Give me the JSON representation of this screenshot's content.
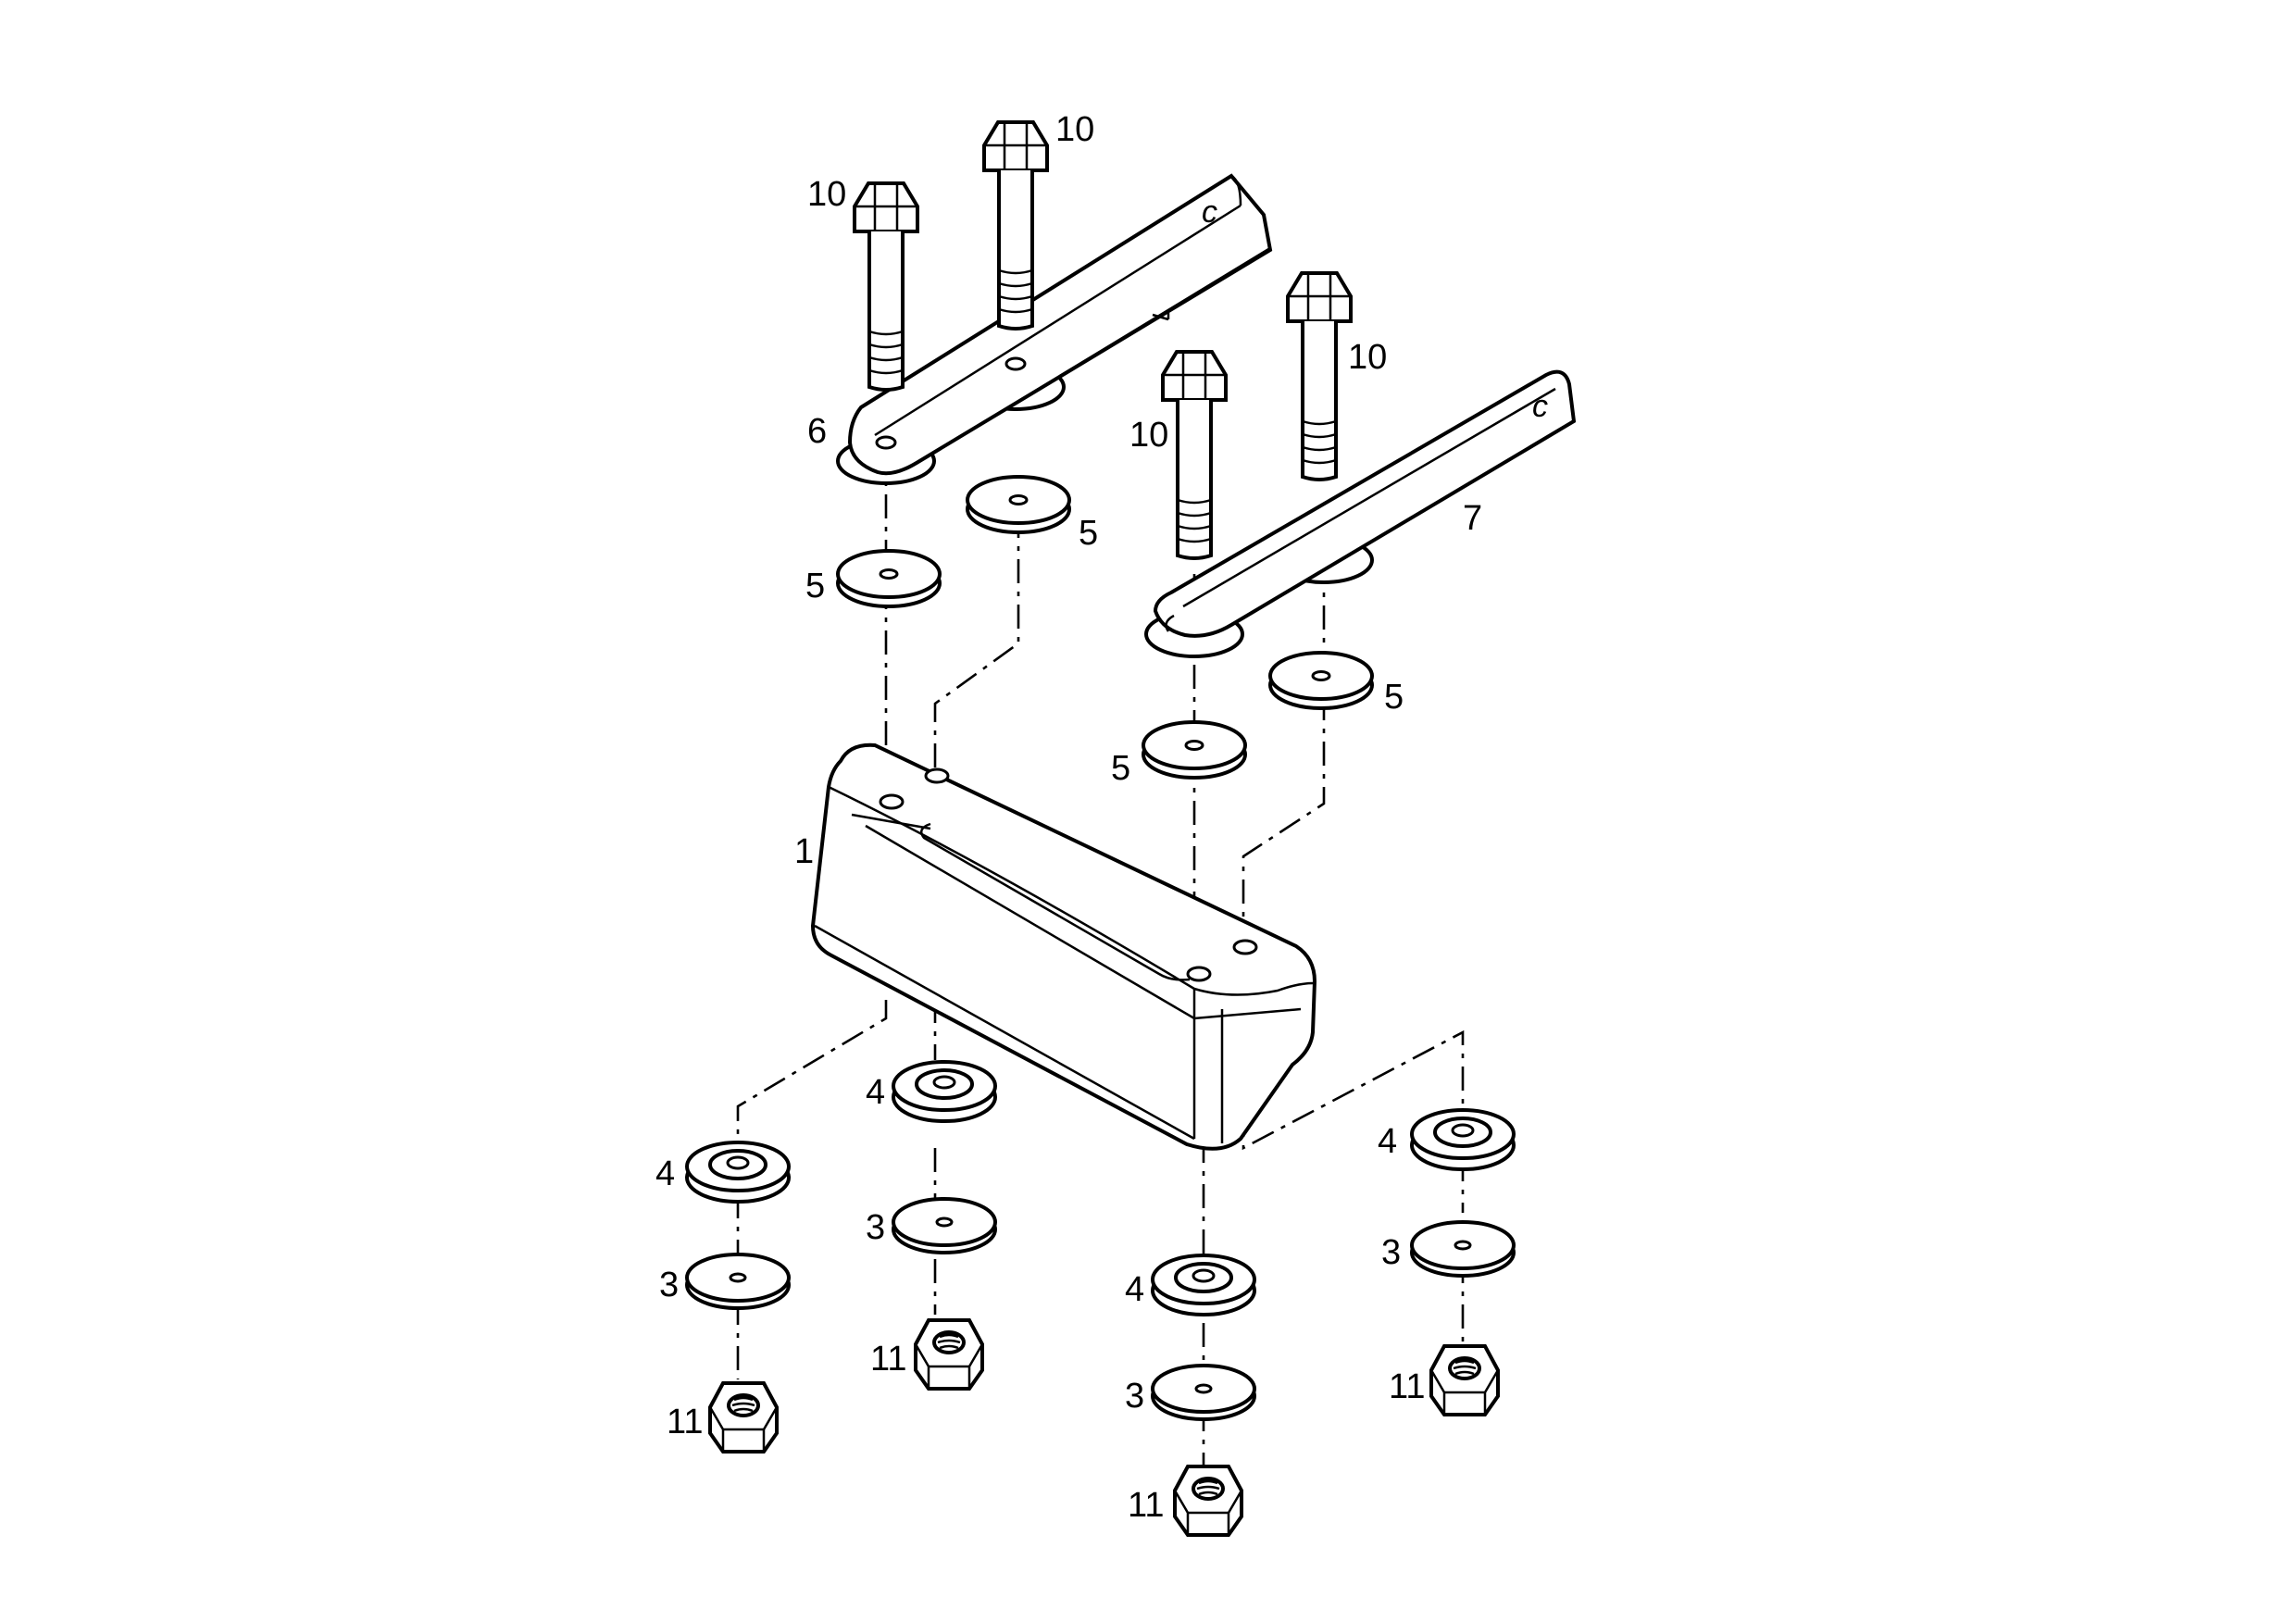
{
  "diagram": {
    "type": "exploded parts drawing",
    "parts": [
      {
        "id": "block",
        "label": "1"
      },
      {
        "id": "washer-3",
        "label": "3"
      },
      {
        "id": "washer-4",
        "label": "4"
      },
      {
        "id": "washer-5",
        "label": "5"
      },
      {
        "id": "bracket-6",
        "label": "6"
      },
      {
        "id": "bracket-7",
        "label": "7"
      },
      {
        "id": "bolt",
        "label": "10"
      },
      {
        "id": "nut",
        "label": "11"
      }
    ],
    "callouts": {
      "c1": "1",
      "c3a": "3",
      "c3b": "3",
      "c3c": "3",
      "c3d": "3",
      "c4a": "4",
      "c4b": "4",
      "c4c": "4",
      "c4d": "4",
      "c5a": "5",
      "c5b": "5",
      "c5c": "5",
      "c5d": "5",
      "c6": "6",
      "c7": "7",
      "c10a": "10",
      "c10b": "10",
      "c10c": "10",
      "c10d": "10",
      "c11a": "11",
      "c11b": "11",
      "c11c": "11",
      "c11d": "11"
    }
  }
}
